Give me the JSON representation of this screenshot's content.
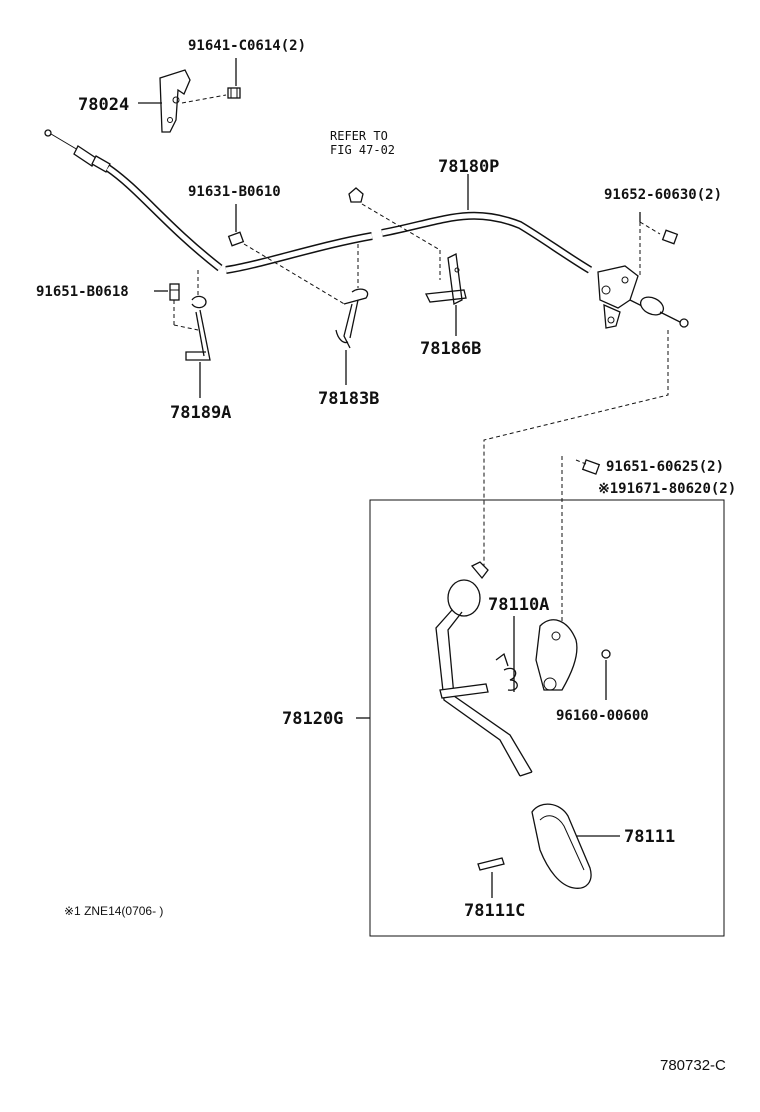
{
  "labels": {
    "p78024": "78024",
    "p91641": "91641-C0614(2)",
    "refer_line1": "REFER TO",
    "refer_line2": "FIG 47-02",
    "p78180P": "78180P",
    "p91631": "91631-B0610",
    "p91652": "91652-60630(2)",
    "p91651_b": "91651-B0618",
    "p78189A": "78189A",
    "p78183B": "78183B",
    "p78186B": "78186B",
    "p91651_60625": "91651-60625(2)",
    "p91671": "※191671-80620(2)",
    "p78110A": "78110A",
    "p78120G": "78120G",
    "p96160": "96160-00600",
    "p78111": "78111",
    "p78111C": "78111C",
    "footnote": "※1 ZNE14(0706-      )",
    "diagram_code": "780732-C"
  }
}
